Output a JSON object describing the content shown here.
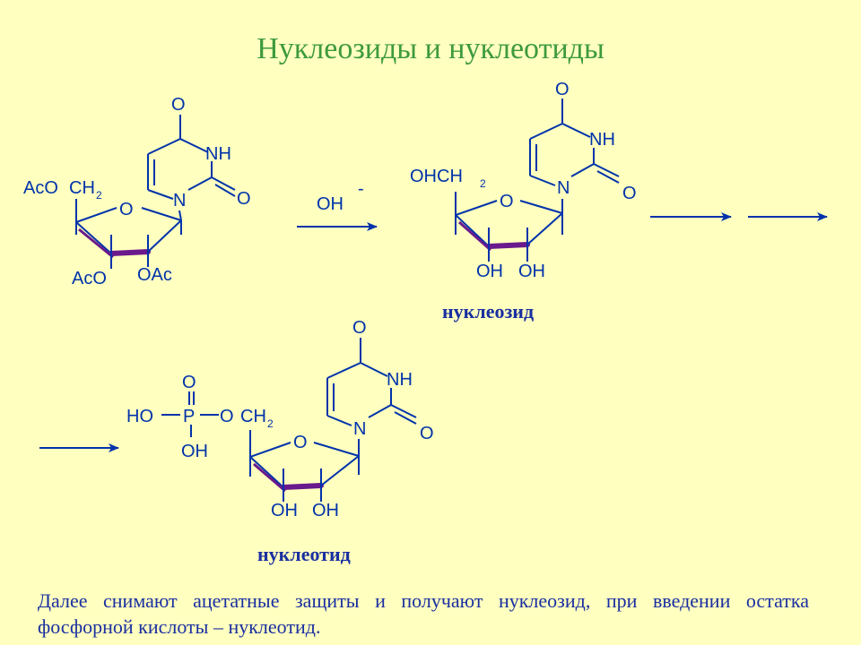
{
  "title": "Нуклеозиды и нуклеотиды",
  "molecule_labels": {
    "O": "O",
    "NH": "NH",
    "N": "N",
    "AcO": "AcO",
    "OAc": "OAc",
    "CH": "CH",
    "sub2": "2",
    "OH": "OH",
    "OHCH": "OHCH",
    "HO": "HO",
    "P": "P"
  },
  "reagent": {
    "text": "OH",
    "charge": "-"
  },
  "captions": {
    "nucleoside": "нуклеозид",
    "nucleotide": "нуклеотид"
  },
  "description": "Далее снимают ацетатные защиты и получают нуклеозид, при введении остатка фосфорной кислоты – нуклеотид.",
  "colors": {
    "background": "#FFFFC0",
    "title": "#3E9A3E",
    "structure": "#0033AA",
    "bold_bond": "#6A1A8C",
    "text": "#1A2FA0"
  }
}
